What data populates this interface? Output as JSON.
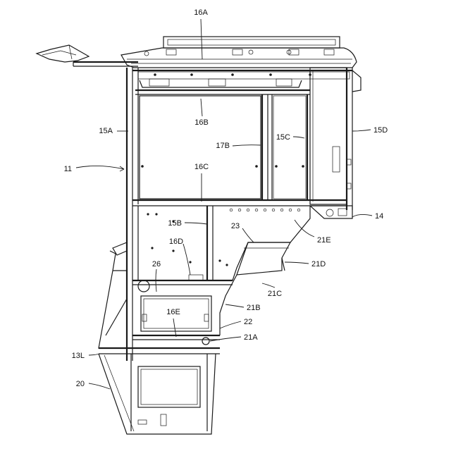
{
  "labels": {
    "l16A": "16A",
    "l16B": "16B",
    "l15A": "15A",
    "l17B": "17B",
    "l15C": "15C",
    "l15D": "15D",
    "l11": "11",
    "l16C": "16C",
    "l14": "14",
    "l15B": "15B",
    "l23": "23",
    "l21E": "21E",
    "l16D": "16D",
    "l26": "26",
    "l21D": "21D",
    "l21C": "21C",
    "l21B": "21B",
    "l16E": "16E",
    "l22": "22",
    "l21A": "21A",
    "l13L": "13L",
    "l20": "20"
  },
  "colors": {
    "line": "#1a1a1a",
    "background": "#ffffff"
  }
}
